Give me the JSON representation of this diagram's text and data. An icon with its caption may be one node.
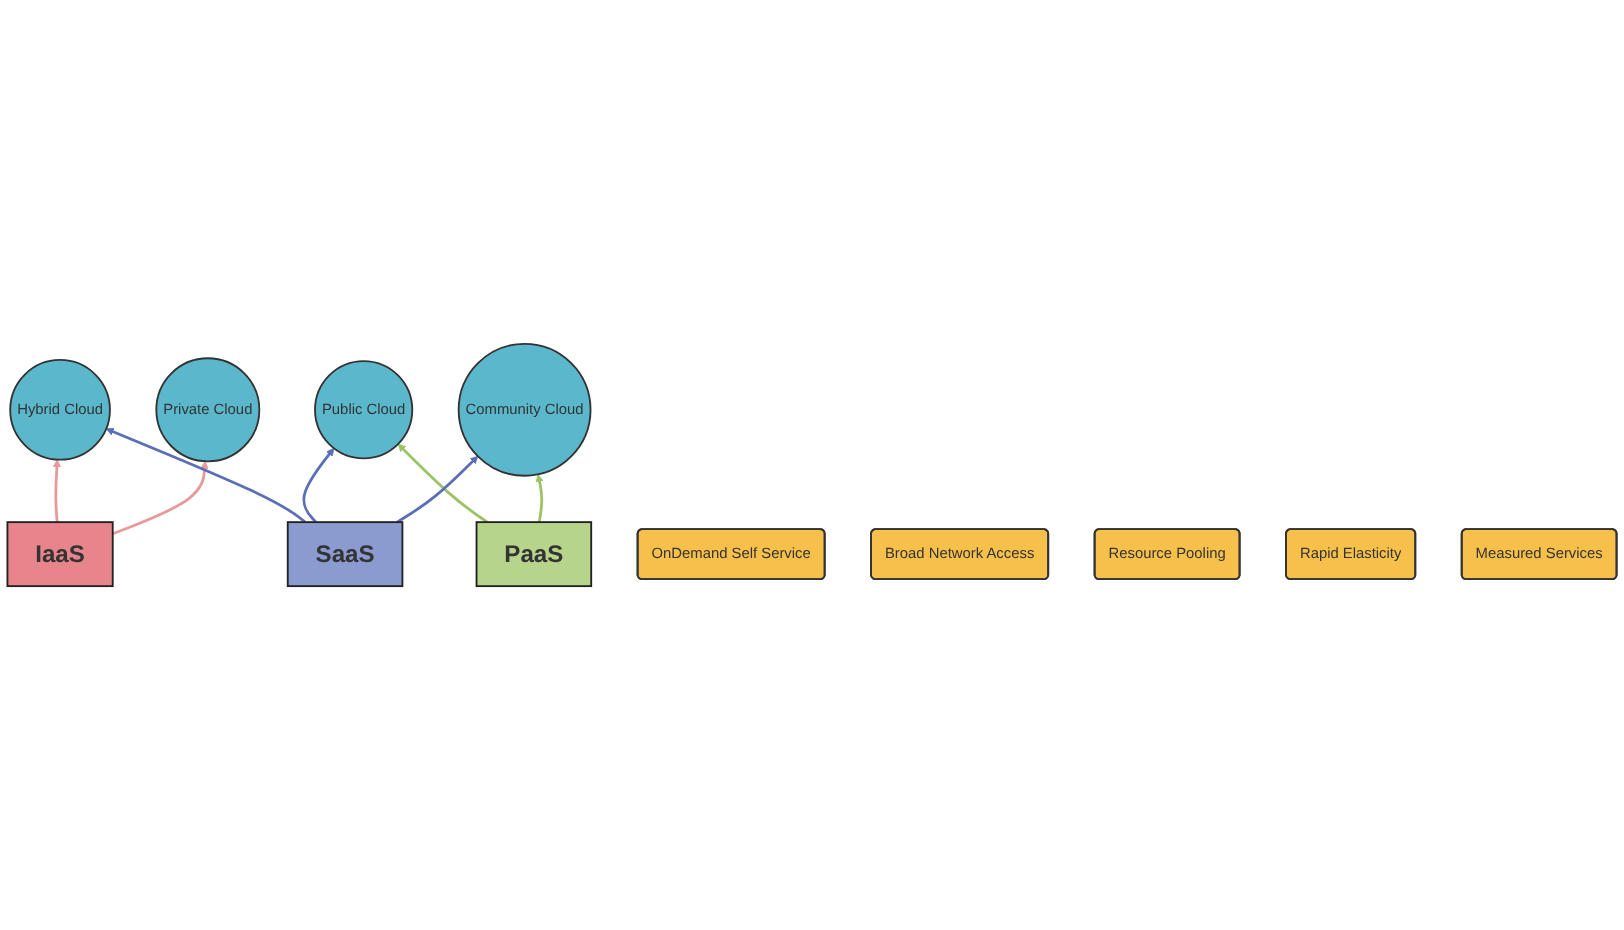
{
  "diagram": {
    "nodes": [
      {
        "text": [
          "Private Cloud"
        ]
      },
      {
        "text": [
          "Community Cloud"
        ]
      },
      {
        "text": [
          "Public Cloud"
        ]
      },
      {
        "text": [
          "Hybrid Cloud"
        ]
      },
      {
        "text": [
          "IaaS"
        ]
      },
      {
        "text": [
          "PaaS"
        ]
      },
      {
        "text": [
          "SaaS"
        ]
      },
      {
        "text": [
          "OnDemand Self Service"
        ]
      },
      {
        "text": [
          "Broad Network Access"
        ]
      },
      {
        "text": [
          "Resource Pooling"
        ]
      },
      {
        "text": [
          "Rapid Elasticity"
        ]
      },
      {
        "text": [
          "Measured Services"
        ]
      }
    ],
    "edges": [
      {
        "from": 4,
        "to": 0,
        "arrow": "to",
        "color": "#e89a9a"
      },
      {
        "from": 4,
        "to": 3,
        "arrow": "to",
        "color": "#e89a9a"
      },
      {
        "from": 5,
        "to": 1,
        "arrow": "to",
        "color": "#9cc466"
      },
      {
        "from": 5,
        "to": 2,
        "arrow": "to",
        "color": "#9cc466"
      },
      {
        "from": 6,
        "to": 1,
        "arrow": "to",
        "color": "#5b6fb8"
      },
      {
        "from": 6,
        "to": 2,
        "arrow": "to",
        "color": "#5b6fb8"
      },
      {
        "from": 6,
        "to": 3,
        "arrow": "to",
        "color": "#5b6fb8"
      }
    ]
  }
}
